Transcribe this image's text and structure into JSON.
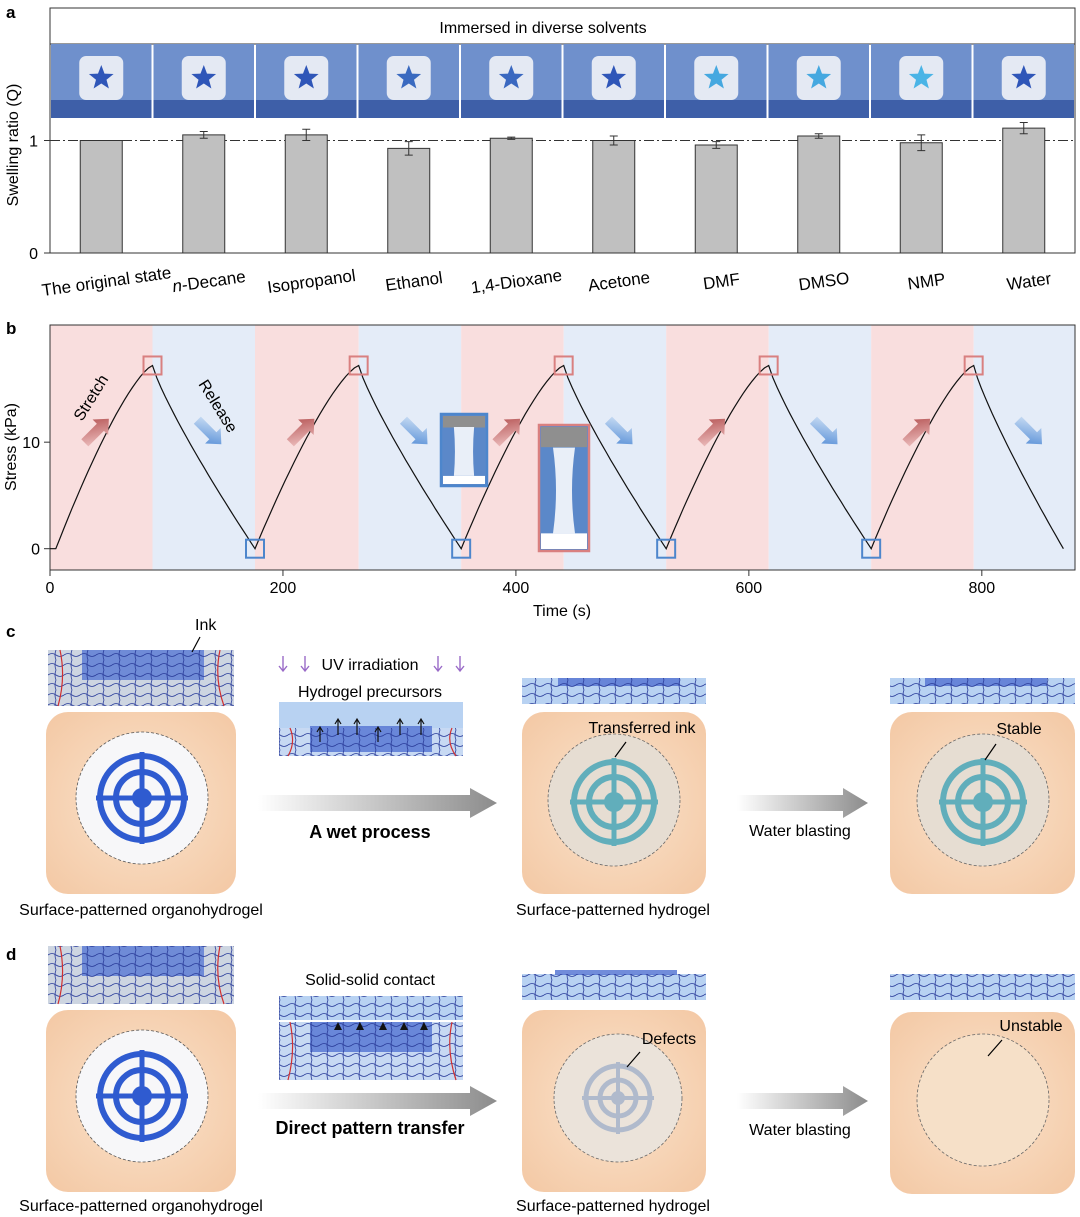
{
  "panel_a": {
    "letter": "a",
    "banner": "Immersed in diverse solvents"
  },
  "panel_b": {
    "letter": "b"
  },
  "panel_c": {
    "letter": "c",
    "ink_label": "Ink",
    "uv_label": "UV irradiation",
    "precursor_label": "Hydrogel precursors",
    "process_label": "A wet process",
    "transferred_label": "Transferred ink",
    "water_label": "Water blasting",
    "stable_label": "Stable",
    "caption_left": "Surface-patterned organohydrogel",
    "caption_mid": "Surface-patterned hydrogel"
  },
  "panel_d": {
    "letter": "d",
    "contact_label": "Solid-solid contact",
    "process_label": "Direct pattern transfer",
    "defects_label": "Defects",
    "water_label": "Water blasting",
    "unstable_label": "Unstable",
    "caption_left": "Surface-patterned organohydrogel",
    "caption_mid": "Surface-patterned hydrogel"
  },
  "chart_data": [
    {
      "type": "bar",
      "categories": [
        "The original state",
        "n-Decane",
        "Isopropanol",
        "Ethanol",
        "1,4-Dioxane",
        "Acetone",
        "DMF",
        "DMSO",
        "NMP",
        "Water"
      ],
      "values": [
        1.0,
        1.05,
        1.05,
        0.93,
        1.02,
        1.0,
        0.96,
        1.04,
        0.98,
        1.11
      ],
      "errors": [
        0.0,
        0.03,
        0.05,
        0.06,
        0.01,
        0.04,
        0.03,
        0.02,
        0.07,
        0.05
      ],
      "xlabel": "",
      "ylabel": "Swelling ratio (Q)",
      "yticks": [
        "0",
        "1"
      ],
      "ylim": [
        0,
        1.2
      ],
      "reference_line": 1,
      "bar_color": "#c0c0c0"
    },
    {
      "type": "line",
      "xlabel": "Time (s)",
      "ylabel": "Stress (kPa)",
      "xticks": [
        "0",
        "200",
        "400",
        "600",
        "800"
      ],
      "yticks": [
        "0",
        "10"
      ],
      "xlim": [
        0,
        880
      ],
      "ylim": [
        -2,
        21
      ],
      "annotations": [
        "Stretch",
        "Release"
      ],
      "peaks_x": [
        88,
        265,
        441,
        617,
        793
      ],
      "troughs_x": [
        176,
        353,
        529,
        705
      ],
      "peak_y": 17.2,
      "stretch_color": "#f9dede",
      "release_color": "#e4ecf8"
    }
  ]
}
